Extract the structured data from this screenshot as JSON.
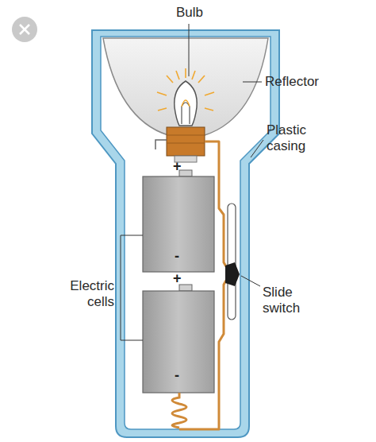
{
  "diagram": {
    "labels": [
      "Bulb",
      "Reflector",
      "Plastic casing",
      "Electric cells",
      "Slide switch",
      "+",
      "-",
      "+",
      "-"
    ]
  }
}
